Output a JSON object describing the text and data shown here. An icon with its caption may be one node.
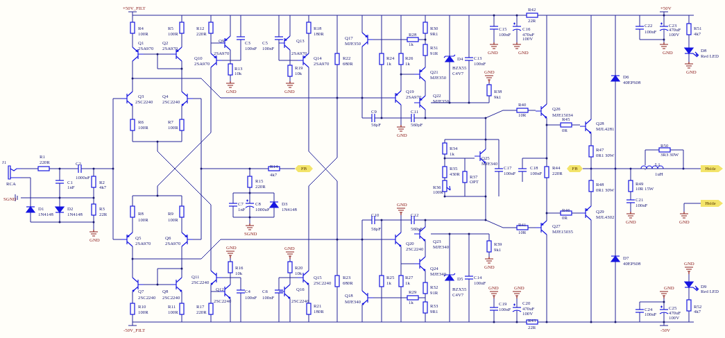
{
  "diagram": {
    "nodes": [
      {
        "text": [
          "FB"
        ]
      },
      {
        "text": [
          "FB"
        ]
      },
      {
        "text": [
          "Hside"
        ]
      },
      {
        "text": [
          "Hside"
        ]
      }
    ],
    "edges": [
      {
        "from": 1,
        "to": 2,
        "arrow": "none"
      }
    ],
    "labels": [
      "+50V_FILT",
      "+50V",
      "R42",
      "22R",
      "C22",
      "C23",
      "R4",
      "R5",
      "R12",
      "R18",
      "R30",
      "C15",
      "C16",
      "470uF",
      "R51",
      "100nF",
      "100R",
      "100R",
      "220R",
      "180R",
      "R28",
      "9R1",
      "100nF",
      "470uF",
      "100V",
      "4k7",
      "Q17",
      "100V",
      "Q9",
      "Q13",
      "Q1",
      "Q2",
      "C3",
      "C5",
      "MJE350",
      "1k",
      "2SA970",
      "2SA970",
      "100nF",
      "100nF",
      "R31",
      "D8",
      "2SA970",
      "2SA970",
      "91R",
      "GND",
      "GND",
      "GND",
      "Red LED",
      "Q10",
      "Q14",
      "R22",
      "R24",
      "R26",
      "D4",
      "C13",
      "2SA970",
      "2SA970",
      "680R",
      "1k",
      "1k",
      "100nF",
      "R13",
      "R19",
      "BZX55",
      "10k",
      "10k",
      "Q21",
      "C4V7",
      "GND",
      "GND",
      "MJE350",
      "D6",
      "40EPS08",
      "GND",
      "GND",
      "Q19",
      "R38",
      "Q3",
      "Q4",
      "2SA970",
      "Q22",
      "9k1",
      "2SC2240",
      "2SC2240",
      "MJE350",
      "R40",
      "Q26",
      "C9",
      "C11",
      "10R",
      "MJE15034",
      "R45",
      "R6",
      "R7",
      "Q28",
      "56pF",
      "560pF",
      "100R",
      "100R",
      "0R",
      "MJL4281",
      "GND",
      "R50",
      "R34",
      "R47",
      "1k",
      "0R1 30W",
      "3R3 30W",
      "R1",
      "Q25",
      "J1",
      "220R",
      "C2",
      "MJE340",
      "L1",
      "R14",
      "R35",
      "C17",
      "C18",
      "R44",
      "4k7",
      "430R",
      "100nF",
      "100nF",
      "220R",
      "1uH",
      "1000uF",
      "R37",
      "RCA",
      "C1",
      "R2",
      "R15",
      "OPT",
      "R48",
      "R49",
      "1nF",
      "4k7",
      "220R",
      "R36",
      "0R1 30W",
      "10R 15W",
      "100R",
      "SGND",
      "C21",
      "C7",
      "C8",
      "D3",
      "GND",
      "100nF",
      "D1",
      "D2",
      "R3",
      "1nF",
      "1000uF",
      "1N4148",
      "R46",
      "Q29",
      "1N4148",
      "1N4148",
      "22R",
      "R8",
      "R9",
      "C10",
      "C12",
      "0R",
      "MJL4302",
      "100R",
      "100R",
      "GND",
      "GND",
      "R41",
      "Q27",
      "56pF",
      "560pF",
      "10R",
      "MJE15035",
      "SGND",
      "GND",
      "Q5",
      "Q6",
      "Q23",
      "2SA970",
      "2SA970",
      "Q20",
      "R39",
      "GND",
      "GND",
      "2SC2240",
      "MJE340",
      "9k1",
      "D7",
      "40EPS08",
      "GND",
      "R16",
      "R20",
      "Q24",
      "GND",
      "10k",
      "10k",
      "MJE340",
      "Q11",
      "Q15",
      "R23",
      "R25",
      "R27",
      "D5",
      "C14",
      "2SC2240",
      "2SC2240",
      "680R",
      "1k",
      "1k",
      "100nF",
      "R32",
      "GND",
      "GND",
      "GND",
      "D9",
      "Q7",
      "Q8",
      "Q12",
      "C4",
      "C6",
      "Q16",
      "R29",
      "91R",
      "BZX55",
      "Red LED",
      "Q18",
      "C4V7",
      "2SC2240",
      "2SC2240",
      "100nF",
      "100nF",
      "2SC2240",
      "2SC2240",
      "MJE340",
      "1k",
      "C19",
      "C20",
      "R10",
      "R11",
      "R17",
      "R21",
      "R33",
      "R52",
      "100nF",
      "470uF",
      "C24",
      "C25",
      "100R",
      "100R",
      "220R",
      "180R",
      "9R1",
      "4k7",
      "100V",
      "100nF",
      "470uF",
      "100V",
      "R43",
      "22R",
      "-50V_FILT",
      "-50V"
    ]
  }
}
